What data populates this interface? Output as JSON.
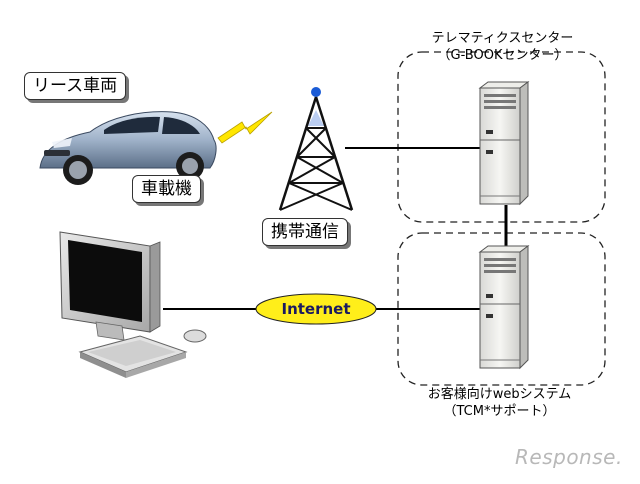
{
  "labels": {
    "lease_vehicle": "リース車両",
    "onboard_device": "車載機",
    "mobile_comm": "携帯通信",
    "internet": "Internet"
  },
  "telematics_center": {
    "line1": "テレマティクスセンター",
    "line2": "（G-BOOKセンター）"
  },
  "customer_system": {
    "line1": "お客様向けwebシステム",
    "line2": "（TCM*サポート）"
  },
  "watermark": "Response."
}
